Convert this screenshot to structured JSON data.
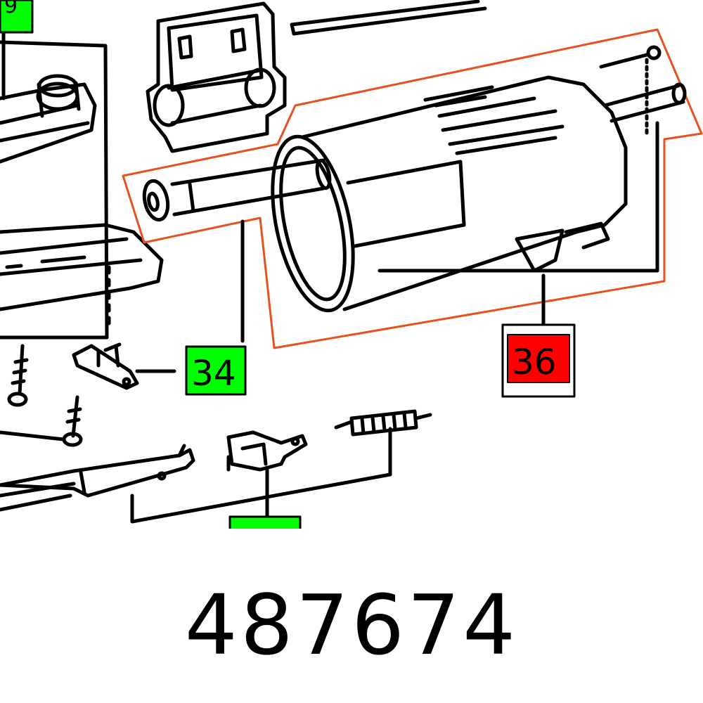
{
  "diagram": {
    "labels": [
      {
        "id": "callout-top-left",
        "text": "9",
        "color": "#00ff00"
      },
      {
        "id": "callout-34",
        "text": "34",
        "color": "#00ff00"
      },
      {
        "id": "callout-36",
        "text": "36",
        "color": "#ff0000"
      },
      {
        "id": "callout-bottom",
        "text": "",
        "color": "#00ff00"
      }
    ],
    "highlight_color": "#e8501e",
    "line_color": "#000000"
  },
  "part_number": "487674"
}
